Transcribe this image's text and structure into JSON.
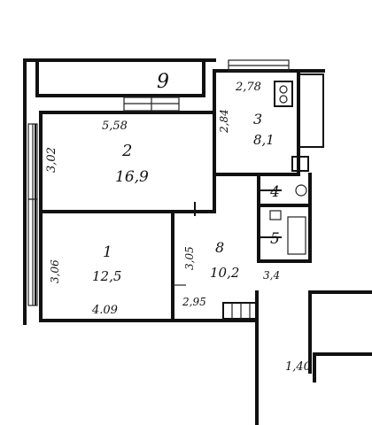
{
  "rooms": [
    {
      "id": "1",
      "label": "1",
      "area": "12,5",
      "width": "4.09",
      "height": "3,06"
    },
    {
      "id": "2",
      "label": "2",
      "area": "16,9",
      "width": "5,58",
      "height": "3,02"
    },
    {
      "id": "3",
      "label": "3",
      "area": "8,1",
      "width": "2,78",
      "height": "2,84"
    },
    {
      "id": "4",
      "label": "4"
    },
    {
      "id": "5",
      "label": "5"
    },
    {
      "id": "8",
      "label": "8",
      "area": "10,2",
      "width": "2,95",
      "height": "3,05",
      "extra": "3,4"
    },
    {
      "id": "9",
      "label": "9"
    },
    {
      "id": "corridor",
      "width": "1,40"
    }
  ]
}
